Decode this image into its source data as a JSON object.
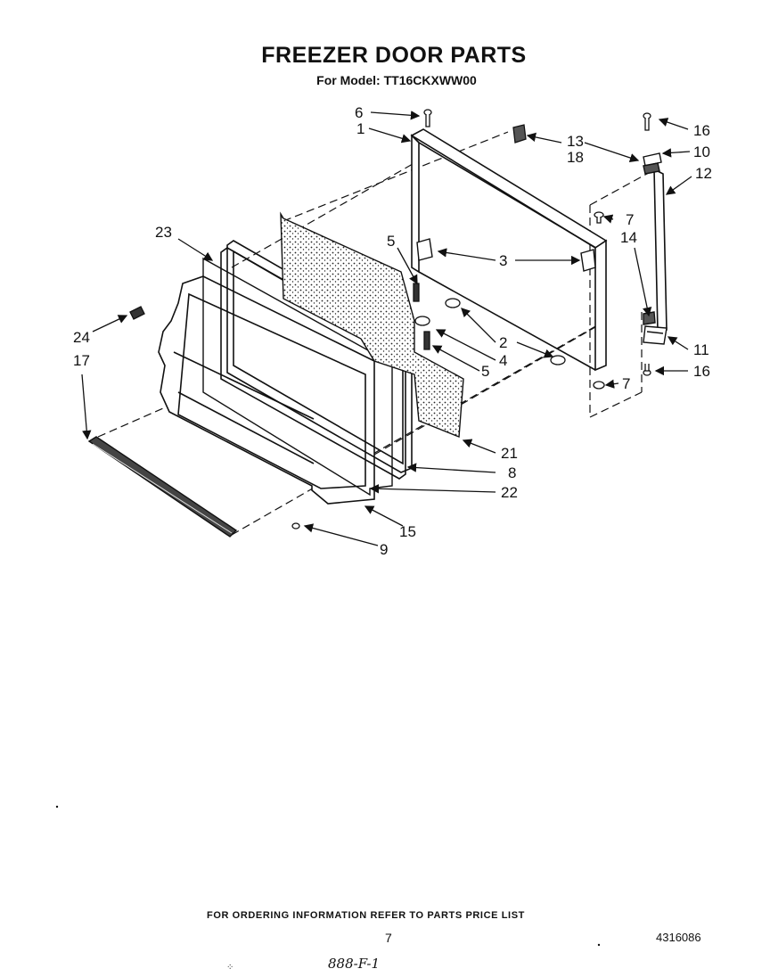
{
  "header": {
    "title": "FREEZER DOOR PARTS",
    "subtitle": "For Model: TT16CKXWW00"
  },
  "callouts": [
    {
      "id": "c6",
      "text": "6"
    },
    {
      "id": "c1",
      "text": "1"
    },
    {
      "id": "c13",
      "text": "13"
    },
    {
      "id": "c18",
      "text": "18"
    },
    {
      "id": "c16a",
      "text": "16"
    },
    {
      "id": "c10",
      "text": "10"
    },
    {
      "id": "c12",
      "text": "12"
    },
    {
      "id": "c7a",
      "text": "7"
    },
    {
      "id": "c23",
      "text": "23"
    },
    {
      "id": "c5a",
      "text": "5"
    },
    {
      "id": "c3",
      "text": "3"
    },
    {
      "id": "c14",
      "text": "14"
    },
    {
      "id": "c24",
      "text": "24"
    },
    {
      "id": "c17",
      "text": "17"
    },
    {
      "id": "c2",
      "text": "2"
    },
    {
      "id": "c4",
      "text": "4"
    },
    {
      "id": "c5b",
      "text": "5"
    },
    {
      "id": "c11",
      "text": "11"
    },
    {
      "id": "c16b",
      "text": "16"
    },
    {
      "id": "c7b",
      "text": "7"
    },
    {
      "id": "c21",
      "text": "21"
    },
    {
      "id": "c8",
      "text": "8"
    },
    {
      "id": "c22",
      "text": "22"
    },
    {
      "id": "c15",
      "text": "15"
    },
    {
      "id": "c9",
      "text": "9"
    }
  ],
  "footer": {
    "ordering_note": "FOR ORDERING INFORMATION REFER TO PARTS PRICE LIST",
    "page_number": "7",
    "document_number": "4316086",
    "handwritten_mark": "888-F-1"
  }
}
